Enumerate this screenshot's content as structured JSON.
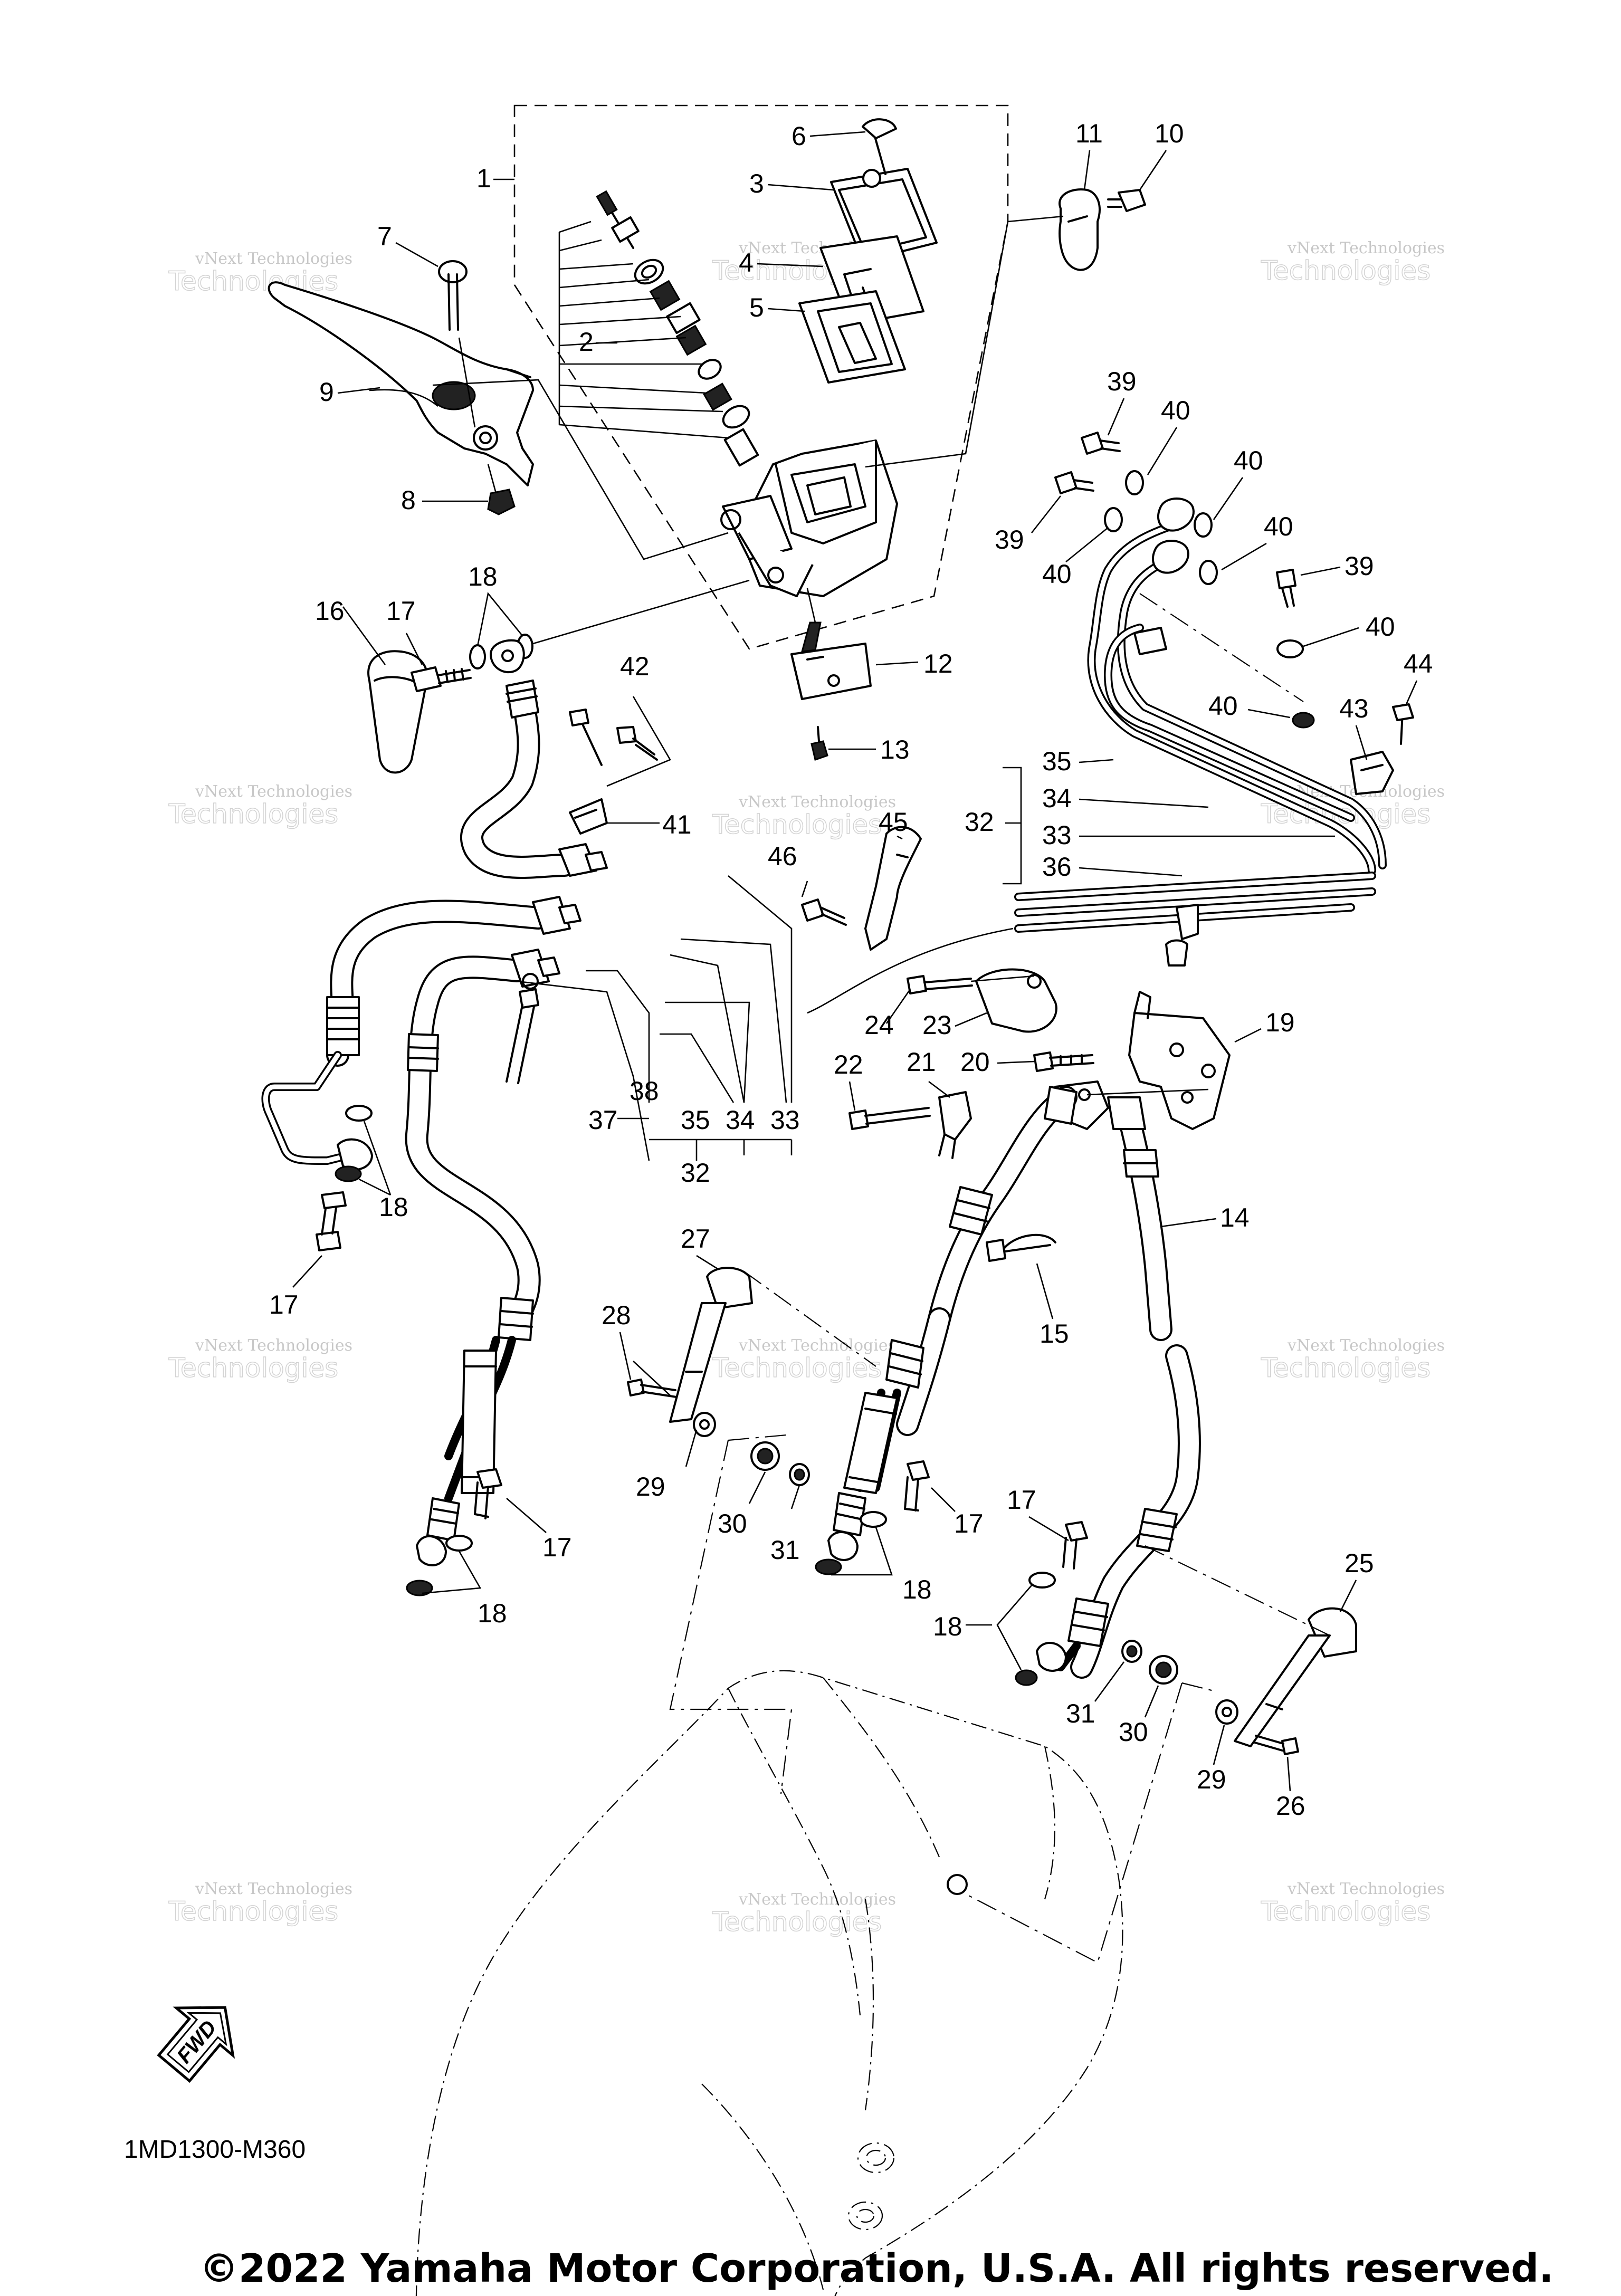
{
  "diagram_code": "1MD1300-M360",
  "copyright": "©2022 Yamaha Motor Corporation, U.S.A. All rights reserved.",
  "fwd_label": "FWD",
  "watermark": {
    "line1": "vNext Technologies",
    "line2": "Technologies"
  },
  "callouts": {
    "c1": "1",
    "c2": "2",
    "c3": "3",
    "c4": "4",
    "c5": "5",
    "c6": "6",
    "c7": "7",
    "c8": "8",
    "c9": "9",
    "c10": "10",
    "c11": "11",
    "c12": "12",
    "c13": "13",
    "c14": "14",
    "c15": "15",
    "c16": "16",
    "c17": "17",
    "c18": "18",
    "c19": "19",
    "c20": "20",
    "c21": "21",
    "c22": "22",
    "c23": "23",
    "c24": "24",
    "c25": "25",
    "c26": "26",
    "c27": "27",
    "c28": "28",
    "c29": "29",
    "c30": "30",
    "c31": "31",
    "c32": "32",
    "c33": "33",
    "c34": "34",
    "c35": "35",
    "c36": "36",
    "c37": "37",
    "c38": "38",
    "c39": "39",
    "c40": "40",
    "c41": "41",
    "c42": "42",
    "c43": "43",
    "c44": "44",
    "c45": "45",
    "c46": "46"
  }
}
